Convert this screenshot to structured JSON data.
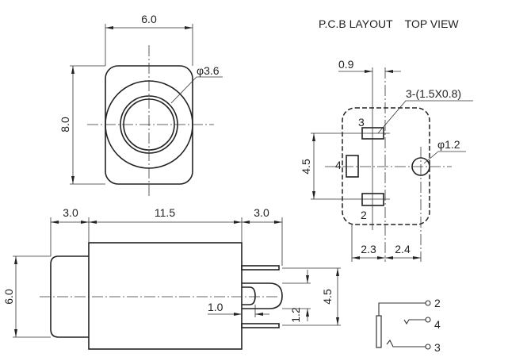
{
  "title": "P.C.B LAYOUT    TOP VIEW",
  "front_view": {
    "width_dim": "6.0",
    "height_dim": "8.0",
    "hole_dim": "φ3.6"
  },
  "pcb_layout": {
    "offset_dim": "0.9",
    "pad_spec": "3-(1.5X0.8)",
    "pitch_dim": "4.5",
    "hole_dim": "φ1.2",
    "left_dim": "2.3",
    "right_dim": "2.4",
    "pad_labels": [
      "3",
      "4",
      "2"
    ]
  },
  "side_view": {
    "bezel_dim": "3.0",
    "body_dim": "11.5",
    "pin_dim": "3.0",
    "height_dim": "6.0",
    "pin_offset_dim": "1.0",
    "pin_width_dim": "1.2",
    "pin_pitch_dim": "4.5"
  },
  "schematic": {
    "terminals": [
      "2",
      "4",
      "3"
    ]
  }
}
